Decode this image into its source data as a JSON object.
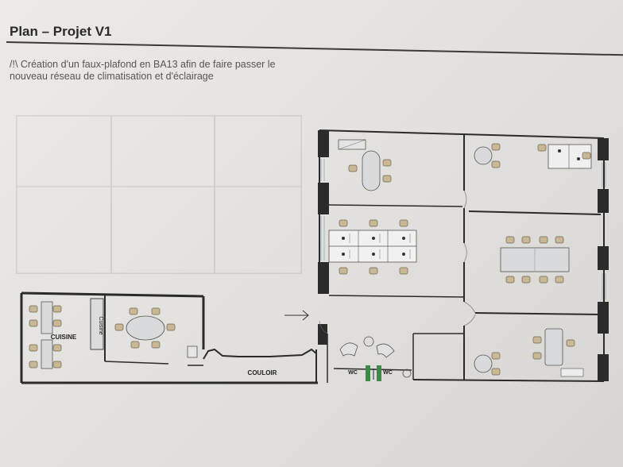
{
  "header": {
    "title": "Plan – Projet V1",
    "note_line1": "/!\\ Création d'un faux-plafond en BA13 afin de faire passer le",
    "note_line2": "nouveau réseau de climatisation et d'éclairage"
  },
  "plan": {
    "rooms": {
      "kitchen": "CUISINE",
      "kitchen_counter": "Cuisine",
      "corridor": "COULOIR",
      "wc_left": "WC",
      "wc_right": "WC"
    }
  },
  "colors": {
    "wall": "#2b2b2b",
    "furniture": "#c9b896",
    "table": "#d9dadc",
    "paper": "#e6e4e1"
  }
}
